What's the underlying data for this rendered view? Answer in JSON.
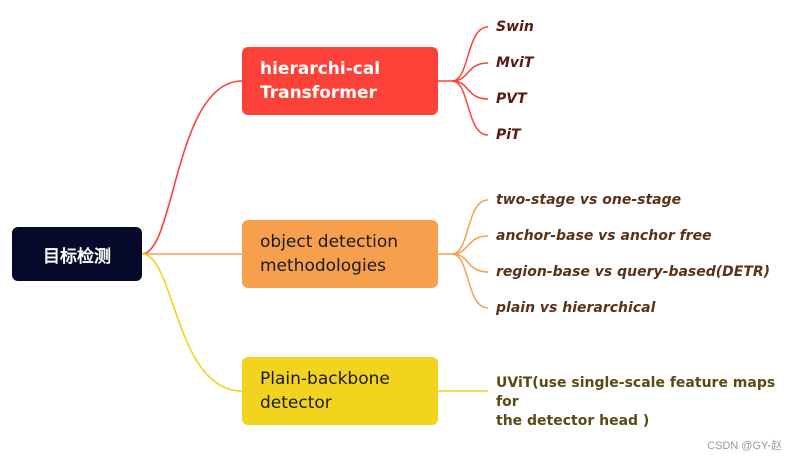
{
  "root": {
    "label": "目标检测"
  },
  "branches": [
    {
      "line1": "hierarchi-cal",
      "line2": "Transformer",
      "color": "#fc4238",
      "leaves": [
        "Swin",
        "MviT",
        "PVT",
        "PiT"
      ]
    },
    {
      "line1": "object detection",
      "line2": "methodologies",
      "color": "#f6a04d",
      "leaves": [
        "two-stage vs one-stage",
        "anchor-base vs anchor free",
        "region-base vs query-based(DETR)",
        "plain vs hierarchical"
      ]
    },
    {
      "line1": "Plain-backbone",
      "line2": "detector",
      "color": "#f2d31e",
      "leaves": [
        "UViT(use single-scale feature maps for",
        "the detector head  )"
      ]
    }
  ],
  "watermark": "CSDN @GY-赵"
}
